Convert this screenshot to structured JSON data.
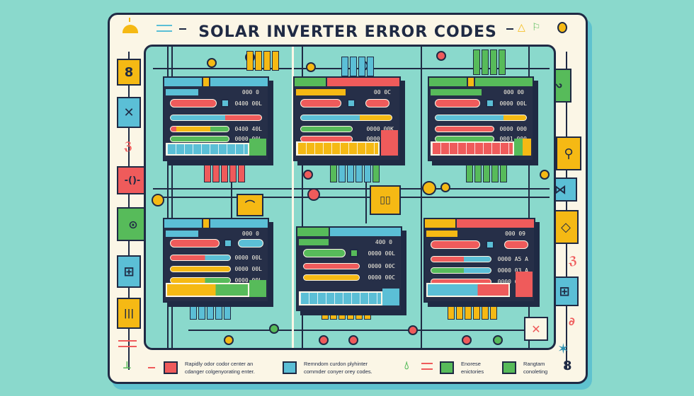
{
  "title": "SOLAR INVERTER ERROR CODES",
  "colors": {
    "background": "#8ad9cc",
    "card": "#fbf6e6",
    "outline": "#1f2a44",
    "panel": "#262f48",
    "red": "#ef5b5b",
    "blue": "#5bbfd6",
    "yellow": "#f5b914",
    "green": "#57bb5a"
  },
  "header_icons": {
    "left": [
      "sun-icon",
      "lines-icon"
    ],
    "right": [
      "triangle-icon",
      "flag-icon",
      "lightbulb-icon"
    ]
  },
  "inverters": [
    {
      "id": "inv-top-left",
      "code": "000 0",
      "rows": [
        "0400 00L",
        "",
        "0400 40L",
        "0000 00L"
      ],
      "header_colors": [
        "#5bbfd6",
        "#f5b914",
        "#5bbfd6"
      ]
    },
    {
      "id": "inv-top-center",
      "code": "00 0C",
      "rows": [
        "",
        "",
        "0000 00K",
        "0000 00K"
      ],
      "header_colors": [
        "#57bb5a",
        "#ef5b5b"
      ]
    },
    {
      "id": "inv-top-right",
      "code": "000 00",
      "rows": [
        "0000 00L",
        "",
        "0000 000",
        "0001 000"
      ],
      "header_colors": [
        "#57bb5a",
        "#f5b914",
        "#57bb5a"
      ]
    },
    {
      "id": "inv-bottom-left",
      "code": "000 0",
      "rows": [
        "",
        "0000 00L",
        "0000 00L",
        "0000 00L"
      ],
      "header_colors": [
        "#5bbfd6",
        "#f5b914",
        "#5bbfd6"
      ]
    },
    {
      "id": "inv-bottom-center",
      "code": "400 0",
      "rows": [
        "0000 00L",
        "0000 00C",
        "0000 00C"
      ],
      "header_colors": [
        "#57bb5a",
        "#5bbfd6"
      ]
    },
    {
      "id": "inv-bottom-right",
      "code": "000 09",
      "rows": [
        "",
        "0000 A5 A",
        "0000 03 A",
        "0000 60 A"
      ],
      "header_colors": [
        "#f5b914",
        "#ef5b5b"
      ]
    }
  ],
  "side_icons_left": [
    {
      "name": "fuse-icon",
      "glyph": "8",
      "color": "#f5b914"
    },
    {
      "name": "switch-icon",
      "glyph": "✕",
      "color": "#5bbfd6"
    },
    {
      "name": "capacitor-icon",
      "glyph": "-()-",
      "color": "#ef5b5b"
    },
    {
      "name": "sensor-icon",
      "glyph": "⊙",
      "color": "#57bb5a"
    },
    {
      "name": "grid-icon",
      "glyph": "⊞",
      "color": "#5bbfd6"
    },
    {
      "name": "battery-icon",
      "glyph": "|||",
      "color": "#f5b914"
    }
  ],
  "side_icons_right": [
    {
      "name": "circuit-icon",
      "glyph": "∾",
      "color": "#57bb5a"
    },
    {
      "name": "user-icon",
      "glyph": "⚲",
      "color": "#f5b914"
    },
    {
      "name": "connector-icon",
      "glyph": "⋈",
      "color": "#5bbfd6"
    },
    {
      "name": "diamond-icon",
      "glyph": "◇",
      "color": "#f5b914"
    },
    {
      "name": "panel-icon",
      "glyph": "⊞",
      "color": "#5bbfd6"
    }
  ],
  "legend": [
    {
      "color": "#ef5b5b",
      "text_line1": "Rapidly odor codor center an",
      "text_line2": "cdanger colgenyorating enter."
    },
    {
      "color": "#5bbfd6",
      "text_line1": "Remndom curdon plyhinter",
      "text_line2": "commder conyer orey codes."
    },
    {
      "color": "#57bb5a",
      "text_line1": "Enorese",
      "text_line2": "enictories"
    },
    {
      "color": "#57bb5a",
      "text_line1": "Rangtam",
      "text_line2": "conoleting"
    }
  ]
}
